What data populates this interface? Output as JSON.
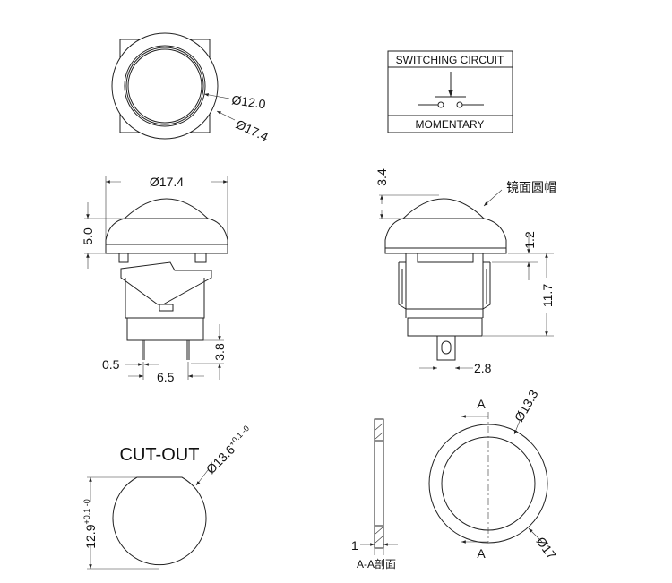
{
  "top_view": {
    "inner_dia": "Ø12.0",
    "outer_dia": "Ø17.4"
  },
  "circuit_box": {
    "title": "SWITCHING CIRCUIT",
    "type": "MOMENTARY"
  },
  "front_view": {
    "width": "Ø17.4",
    "cap_height": "5.0",
    "pin_width": "0.5",
    "pin_pitch": "6.5",
    "pin_length": "3.8"
  },
  "side_view": {
    "dome_height": "3.4",
    "callout": "镜面圆帽",
    "flange": "1.2",
    "body_height": "11.7",
    "terminal_width": "2.8"
  },
  "cutout": {
    "title": "CUT-OUT",
    "dia": "Ø13.6",
    "dia_tol": "+0.1 -0",
    "flat": "12.9",
    "flat_tol": "+0.1 -0"
  },
  "washer": {
    "section_mark": "A",
    "inner_dia": "Ø13.3",
    "outer_dia": "Ø17",
    "thickness": "1",
    "section_label": "A-A剖面"
  }
}
